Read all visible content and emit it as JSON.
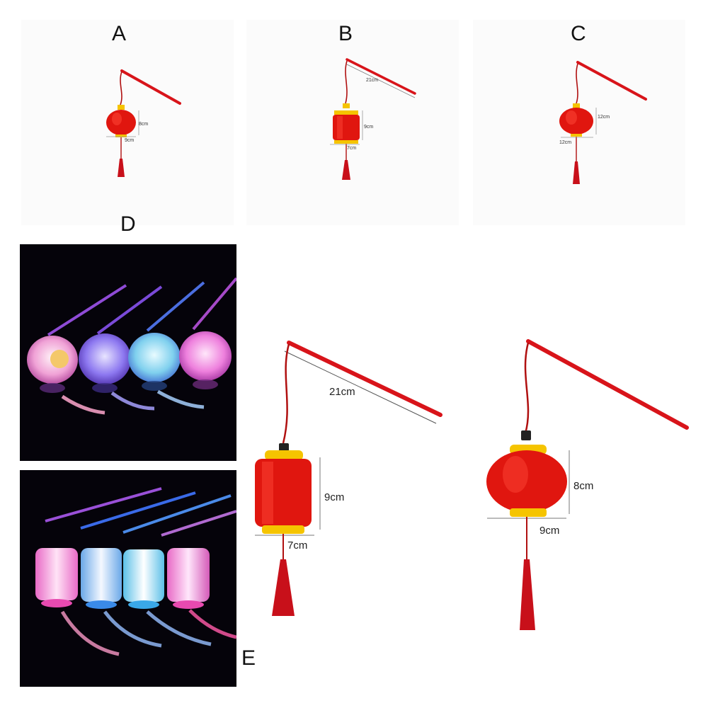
{
  "labels": {
    "a": "A",
    "b": "B",
    "c": "C",
    "d": "D",
    "e": "E"
  },
  "dimensions": {
    "a_height": "8cm",
    "a_width": "9cm",
    "b_stick": "21cm",
    "b_height": "9cm",
    "b_width": "7cm",
    "c_height": "12cm",
    "c_width": "12cm",
    "big_b_stick": "21cm",
    "big_b_height": "9cm",
    "big_b_width": "7cm",
    "big_a_height": "8cm",
    "big_a_width": "9cm"
  },
  "colors": {
    "lantern_red": "#e0160f",
    "stick_red": "#d8141a",
    "cap_yellow": "#f5c400",
    "photo_bg": "#05030a"
  }
}
